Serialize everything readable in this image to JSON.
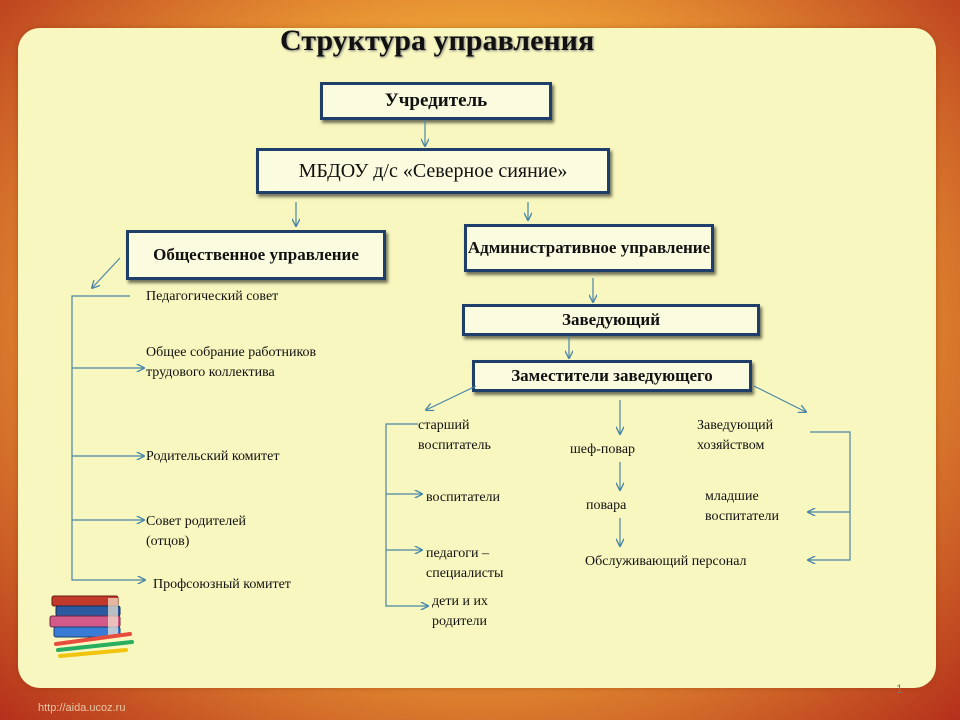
{
  "title": "Структура управления",
  "founder": "Учредитель",
  "institution": "МБДОУ д/с «Северное сияние»",
  "public_mgmt": "Общественное управление",
  "admin_mgmt": "Административное управление",
  "head": "Заведующий",
  "deputies": "Заместители заведующего",
  "public_items": [
    "Педагогический совет",
    "Общее собрание работников трудового коллектива",
    "Родительский комитет",
    "Совет родителей (отцов)",
    "Профсоюзный комитет"
  ],
  "left_column": [
    "старший воспитатель",
    "воспитатели",
    "педагоги – специалисты",
    "дети и их родители"
  ],
  "middle_column": [
    "шеф-повар",
    "повара",
    "Обслуживающий персонал"
  ],
  "right_column": [
    "Заведующий хозяйством",
    "младшие воспитатели"
  ],
  "slide_number": "1",
  "watermark": "http://aida.ucoz.ru",
  "colors": {
    "box_border": "#1f3f6b",
    "arrow": "#4a86a8",
    "card": "#f8f7bf"
  },
  "icons": [
    "books-icon"
  ]
}
